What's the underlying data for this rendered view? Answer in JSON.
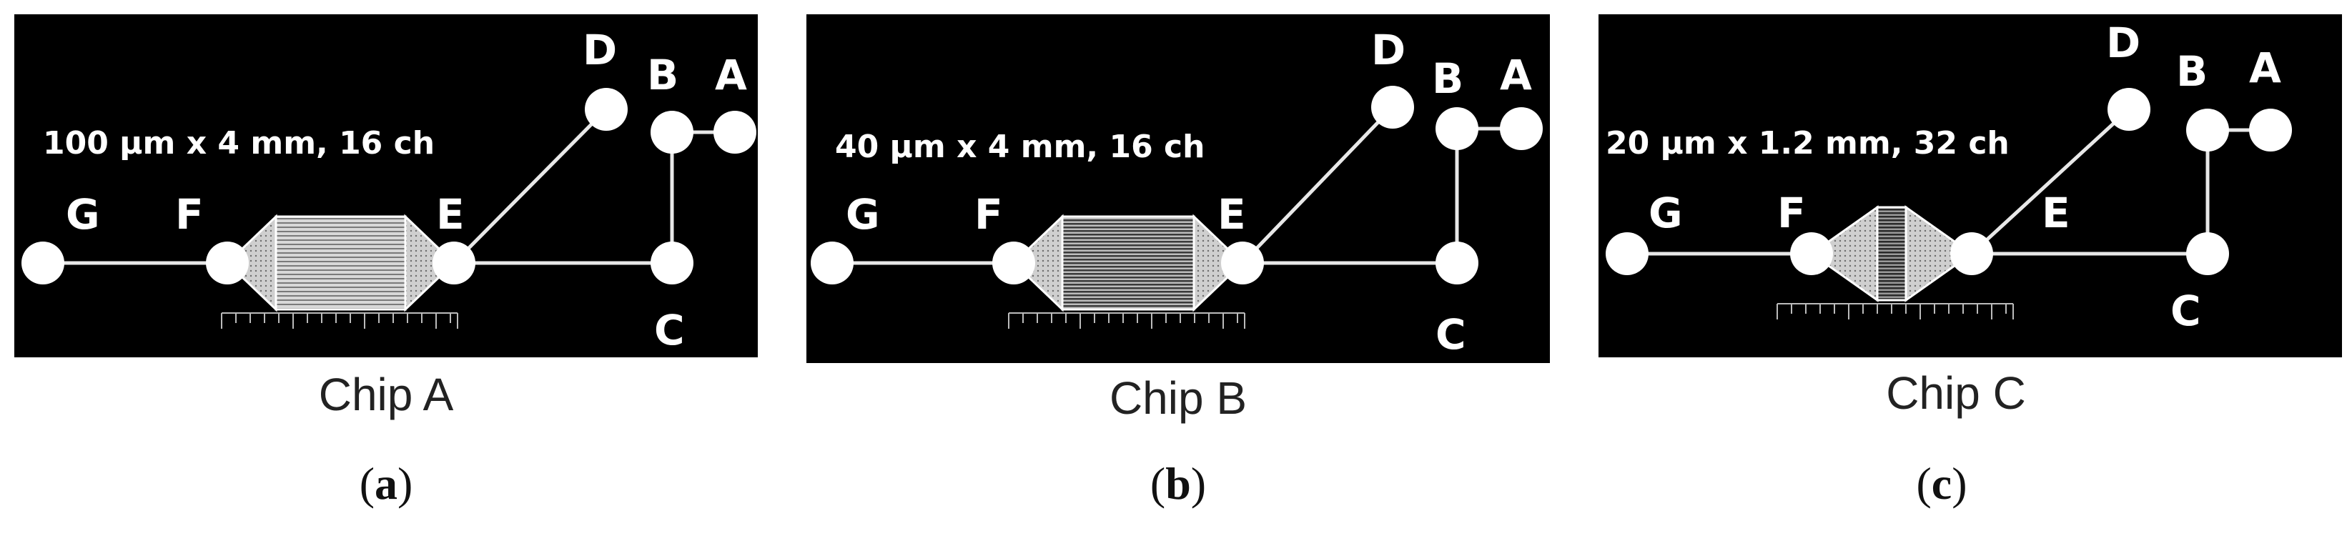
{
  "panels": [
    {
      "chip_name": "Chip A",
      "sub_label_open": "(",
      "sub_label_letter": "a",
      "sub_label_close": ")",
      "spec": "100 µm x 4 mm, 16 ch",
      "nodes": {
        "A": "A",
        "B": "B",
        "C": "C",
        "D": "D",
        "E": "E",
        "F": "F",
        "G": "G"
      }
    },
    {
      "chip_name": "Chip B",
      "sub_label_open": "(",
      "sub_label_letter": "b",
      "sub_label_close": ")",
      "spec": "40 µm x 4 mm, 16 ch",
      "nodes": {
        "A": "A",
        "B": "B",
        "C": "C",
        "D": "D",
        "E": "E",
        "F": "F",
        "G": "G"
      }
    },
    {
      "chip_name": "Chip C",
      "sub_label_open": "(",
      "sub_label_letter": "c",
      "sub_label_close": ")",
      "spec": "20 µm x 1.2 mm, 32 ch",
      "nodes": {
        "A": "A",
        "B": "B",
        "C": "C",
        "D": "D",
        "E": "E",
        "F": "F",
        "G": "G"
      }
    }
  ]
}
